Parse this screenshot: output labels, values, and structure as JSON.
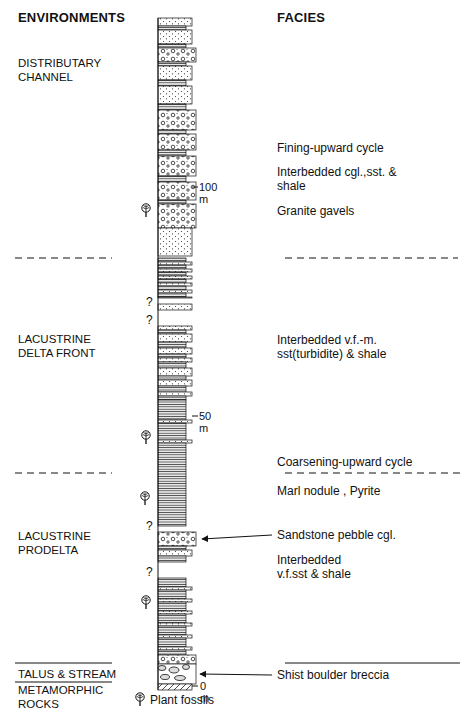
{
  "diagram": {
    "labels": [
      "ENVIRONMENTS",
      "FACIES",
      "DISTRIBUTARY CHANNEL",
      "Fining-upward cycle",
      "Interbedded cgl.,sst. & shale",
      "100 m",
      "Granite gavels",
      "LACUSTRINE DELTA FRONT",
      "Interbedded v.f.-m. sst(turbidite) & shale",
      "?",
      "?",
      "50 m",
      "Coarsening-upward cycle",
      "LACUSTRINE PRODELTA",
      "Marl nodule , Pyrite",
      "?",
      "Sandstone pebble cgl.",
      "Interbedded v.f.sst & shale",
      "?",
      "TALUS & STREAM",
      "Shist boulder breccia",
      "METAMORPHIC ROCKS",
      "0 m"
    ],
    "legend": [
      {
        "text": "Plant fossils"
      }
    ]
  }
}
